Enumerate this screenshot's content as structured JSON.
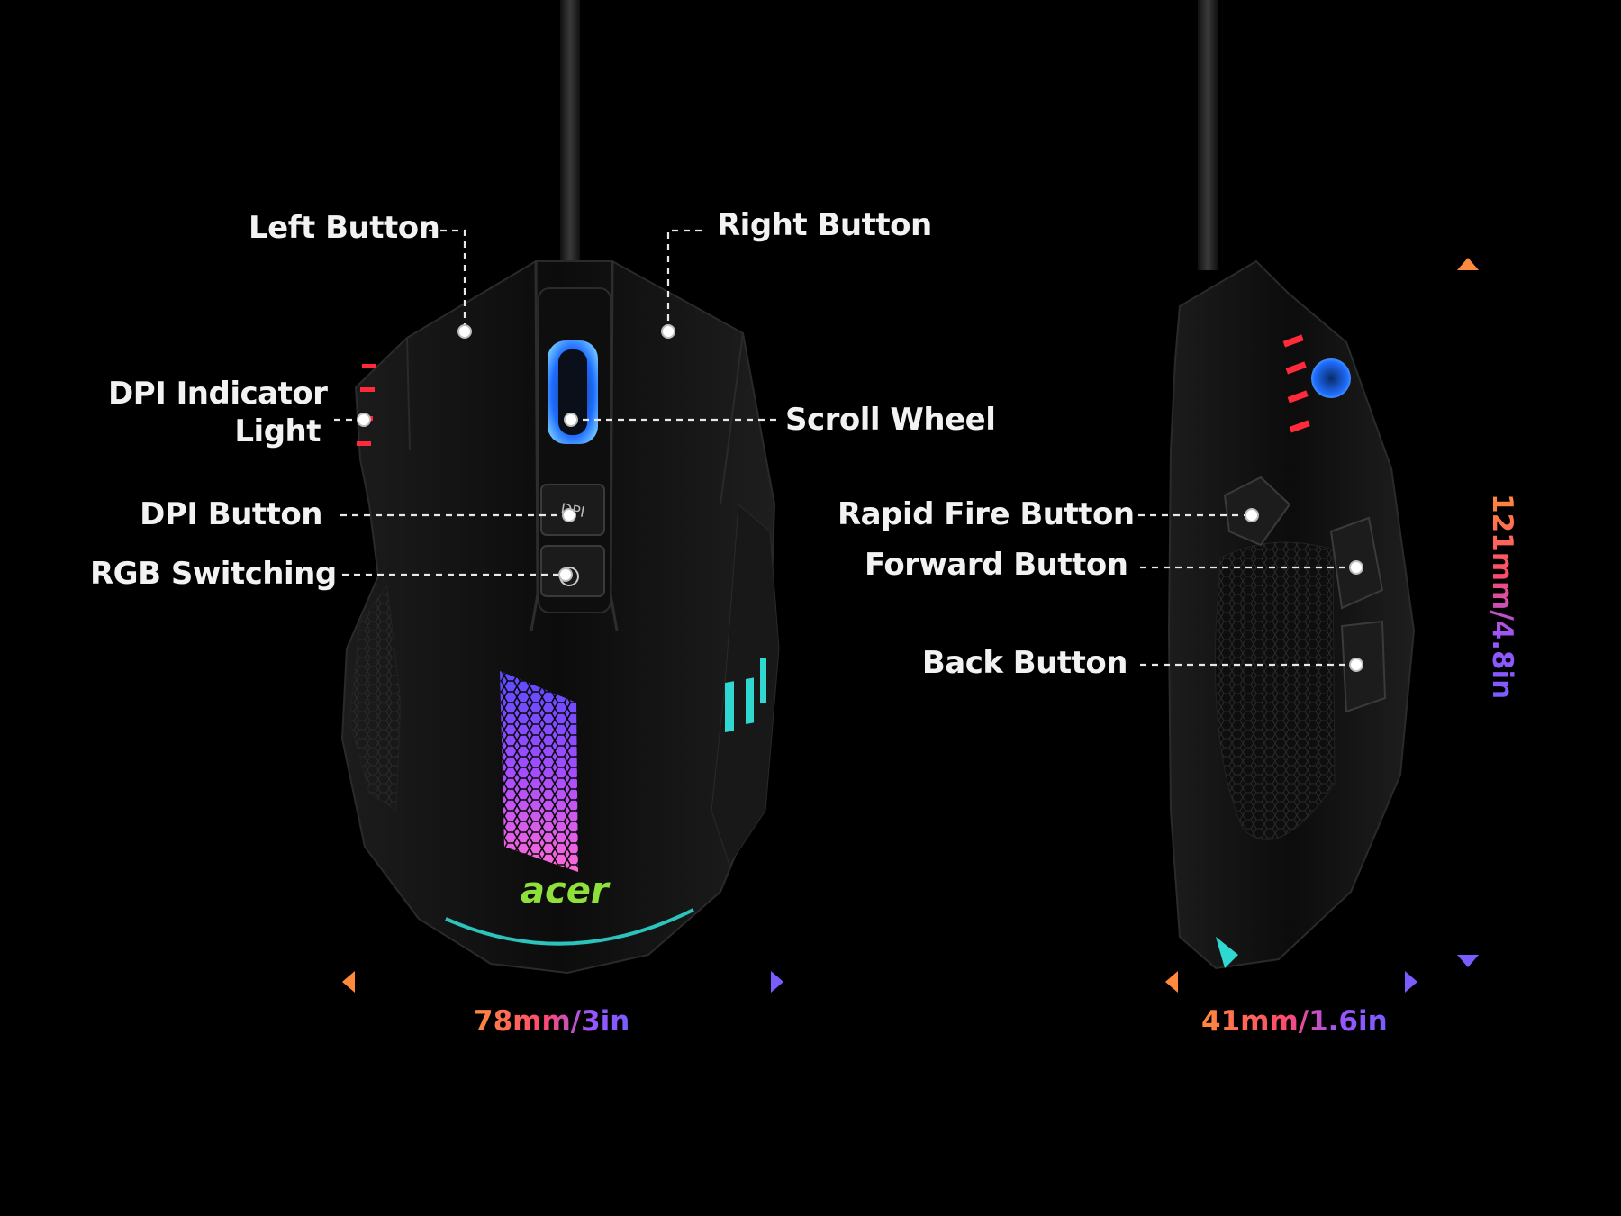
{
  "callouts": {
    "left_button": "Left Button",
    "right_button": "Right Button",
    "dpi_indicator_line1": "DPI Indicator",
    "dpi_indicator_line2": "Light",
    "scroll_wheel": "Scroll Wheel",
    "dpi_button": "DPI Button",
    "rgb_switching": "RGB Switching",
    "rapid_fire_button": "Rapid Fire Button",
    "forward_button": "Forward Button",
    "back_button": "Back Button"
  },
  "dimensions": {
    "width": "78mm/3in",
    "depth": "41mm/1.6in",
    "length": "121mm/4.8in"
  },
  "brand": {
    "logo_text": "acer",
    "logo_color": "#8fe03a"
  },
  "colors": {
    "background": "#000000",
    "body": "#121212",
    "dim_orange": "#ff8a3d",
    "dim_purple": "#7b5cff",
    "scroll_blue": "#2f8cff",
    "dpi_red": "#ff2a3a",
    "accent_cyan": "#2fd8d0",
    "honeycomb_purple": "#b35cff"
  },
  "icons": [
    "dpi-icon",
    "rgb-icon",
    "scroll-wheel-icon",
    "arrow-icon"
  ]
}
